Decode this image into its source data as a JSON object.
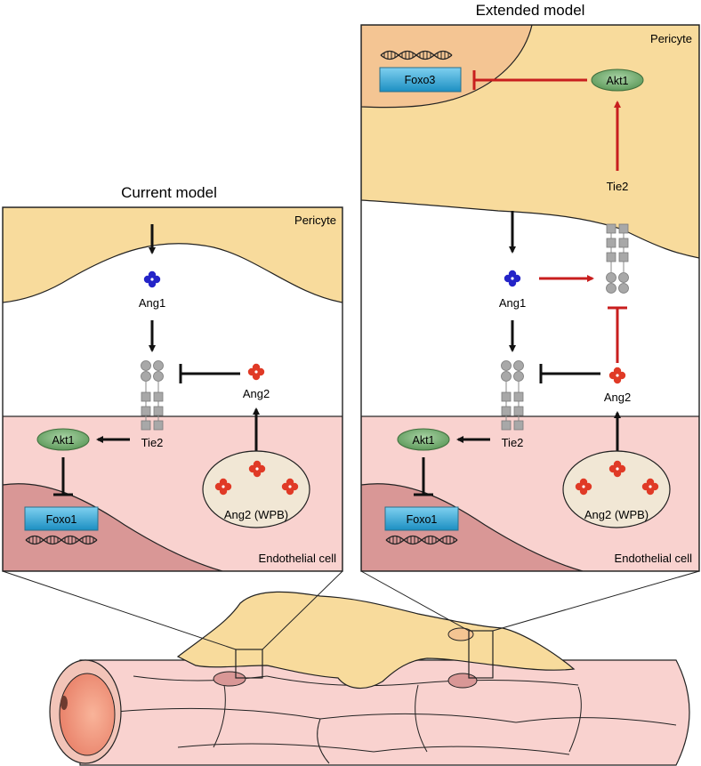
{
  "panels": {
    "current": {
      "title": "Current model",
      "pericyte_label": "Pericyte",
      "endothelial_label": "Endothelial cell",
      "ang1": "Ang1",
      "ang2": "Ang2",
      "tie2": "Tie2",
      "akt1": "Akt1",
      "foxo1": "Foxo1",
      "wpb": "Ang2 (WPB)"
    },
    "extended": {
      "title": "Extended model",
      "pericyte_label": "Pericyte",
      "endothelial_label": "Endothelial cell",
      "ang1": "Ang1",
      "ang2": "Ang2",
      "tie2_ec": "Tie2",
      "tie2_pericyte": "Tie2",
      "akt1_ec": "Akt1",
      "akt1_pericyte": "Akt1",
      "foxo1": "Foxo1",
      "foxo3": "Foxo3",
      "wpb": "Ang2 (WPB)"
    }
  },
  "colors": {
    "pericyte": "#F8DB9C",
    "pericyte_nucleus": "#F4C593",
    "endothelial": "#F9D2CF",
    "ec_nucleus": "#D99796",
    "ang1": "#2424C8",
    "ang2": "#E03A26",
    "akt1": "#7EB57C",
    "foxo": "#2BA8DA",
    "wpb": "#F1E7D5",
    "red_arrow": "#C81E1E",
    "receptor": "#A8A8A8"
  }
}
